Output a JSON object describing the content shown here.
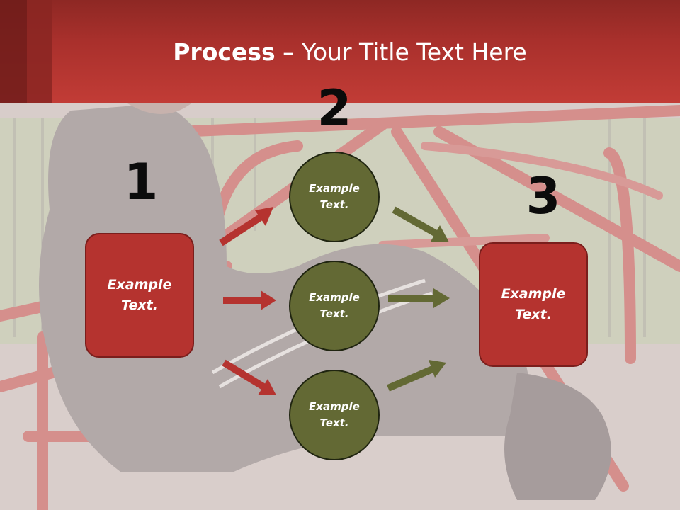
{
  "title": {
    "bold": "Process",
    "rest": " – Your Title Text Here"
  },
  "steps": [
    {
      "number": "1",
      "text": "Example Text."
    },
    {
      "number": "2"
    },
    {
      "number": "3",
      "text": "Example Text."
    }
  ],
  "circles": [
    {
      "text": "Example Text."
    },
    {
      "text": "Example Text."
    },
    {
      "text": "Example Text."
    }
  ],
  "colors": {
    "header": "#c23c36",
    "box_fill": "#b5332f",
    "circle_fill": "#636934",
    "arrow_red": "#b5332f",
    "arrow_green": "#636934"
  }
}
